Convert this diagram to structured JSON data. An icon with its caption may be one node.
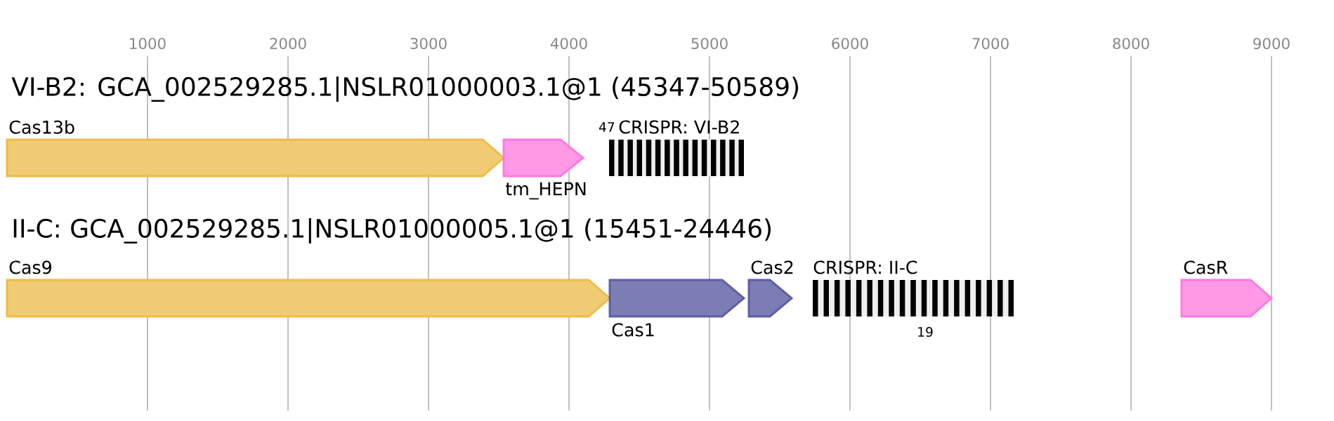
{
  "diagram": {
    "nodes": [
      {
        "text": [
          "Cas13b"
        ]
      },
      {
        "text": [
          "tm_HEPN"
        ]
      },
      {
        "text": [
          "CRISPR: VI-B2"
        ],
        "beside": [
          "47"
        ]
      },
      {
        "text": [
          "Cas9"
        ]
      },
      {
        "text": [
          "Cas1"
        ]
      },
      {
        "text": [
          "Cas2"
        ]
      },
      {
        "text": [
          "CRISPR: II-C"
        ],
        "beside": [
          "19"
        ]
      },
      {
        "text": [
          "CasR"
        ]
      }
    ],
    "labels": [
      "1000",
      "2000",
      "3000",
      "4000",
      "5000",
      "6000",
      "7000",
      "8000",
      "9000",
      "VI-B2: GCA_002529285.1|NSLR01000003.1@1 (45347-50589)",
      "II-C: GCA_002529285.1|NSLR01000005.1@1 (15451-24446)"
    ]
  }
}
